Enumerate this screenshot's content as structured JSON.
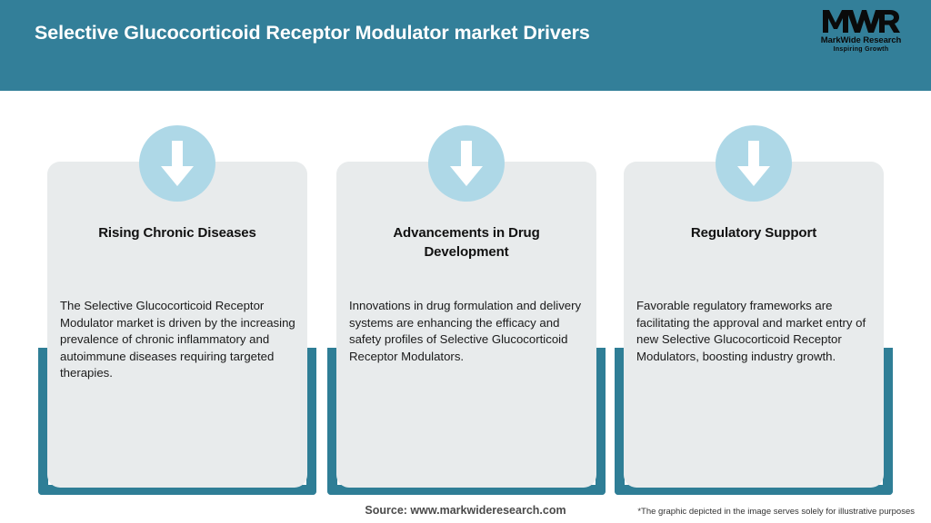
{
  "header": {
    "title": "Selective Glucocorticoid Receptor Modulator market Drivers",
    "background_color": "#337f99",
    "title_color": "#ffffff"
  },
  "logo": {
    "mark": "MWR",
    "name": "MarkWide Research",
    "tagline": "Inspiring Growth"
  },
  "theme": {
    "teal": "#2f7e96",
    "card_background": "#e8ebec",
    "icon_circle": "#aed8e7",
    "arrow": "#ffffff"
  },
  "cards": [
    {
      "icon": "arrow-down-icon",
      "title": "Rising Chronic Diseases",
      "body": "The Selective Glucocorticoid Receptor Modulator market is driven by the increasing prevalence of chronic inflammatory and autoimmune diseases requiring targeted therapies."
    },
    {
      "icon": "arrow-down-icon",
      "title": "Advancements in Drug Development",
      "body": "Innovations in drug formulation and delivery systems are enhancing the efficacy and safety profiles of Selective Glucocorticoid Receptor Modulators."
    },
    {
      "icon": "arrow-down-icon",
      "title": "Regulatory Support",
      "body": "Favorable regulatory frameworks are facilitating the approval and market entry of new Selective Glucocorticoid Receptor Modulators, boosting industry growth."
    }
  ],
  "footer": {
    "source": "Source: www.markwideresearch.com",
    "disclaimer": "*The graphic depicted in the image serves solely for illustrative purposes"
  }
}
